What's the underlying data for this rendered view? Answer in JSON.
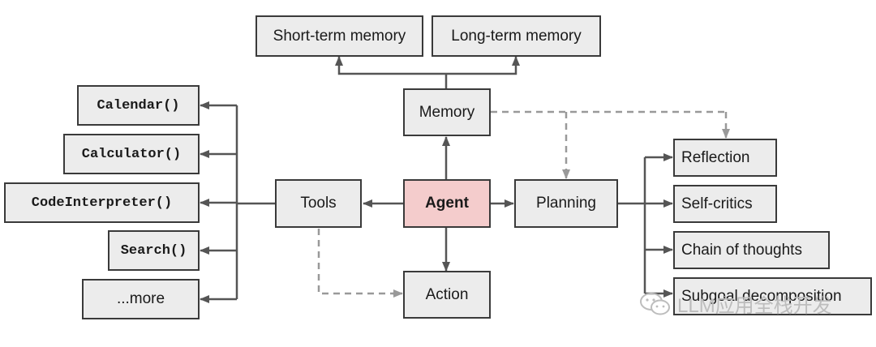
{
  "nodes": {
    "short_term_memory": "Short-term memory",
    "long_term_memory": "Long-term memory",
    "memory": "Memory",
    "agent": "Agent",
    "tools": "Tools",
    "planning": "Planning",
    "action": "Action",
    "calendar": "Calendar()",
    "calculator": "Calculator()",
    "code_interpreter": "CodeInterpreter()",
    "search": "Search()",
    "more": "...more",
    "reflection": "Reflection",
    "self_critics": "Self-critics",
    "chain_of_thoughts": "Chain of thoughts",
    "subgoal_decomposition": "Subgoal decomposition"
  },
  "watermark": {
    "text": "LLM应用全栈开发",
    "icon": "wechat-icon"
  },
  "colors": {
    "agent_fill": "#f4cccc",
    "node_fill": "#ececec",
    "edge": "#555555",
    "dashed_edge": "#999999"
  }
}
